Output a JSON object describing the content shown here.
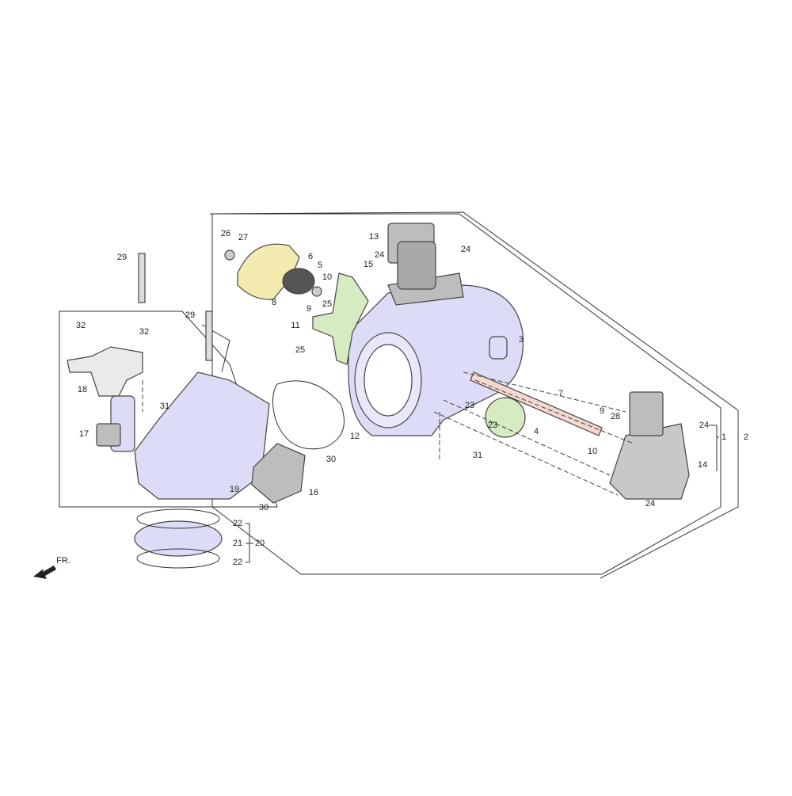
{
  "diagram": {
    "title": "Throttle Body exploded parts diagram",
    "direction_label": "FR.",
    "colors": {
      "throttle_body": "#dcdcf6",
      "bracket": "#d7ebc1",
      "drum": "#f3eab0",
      "sensor": "#bdbdbd",
      "shaft": "#f4d7cf",
      "outline": "#333333"
    },
    "callouts": [
      "29",
      "29",
      "32",
      "32",
      "18",
      "17",
      "31",
      "19",
      "30",
      "30",
      "16",
      "12",
      "22",
      "21",
      "22",
      "20",
      "26",
      "27",
      "6",
      "5",
      "10",
      "8",
      "9",
      "11",
      "25",
      "25",
      "13",
      "15",
      "24",
      "24",
      "3",
      "7",
      "23",
      "23",
      "4",
      "9",
      "28",
      "10",
      "31",
      "24",
      "1",
      "2",
      "14",
      "24"
    ]
  }
}
